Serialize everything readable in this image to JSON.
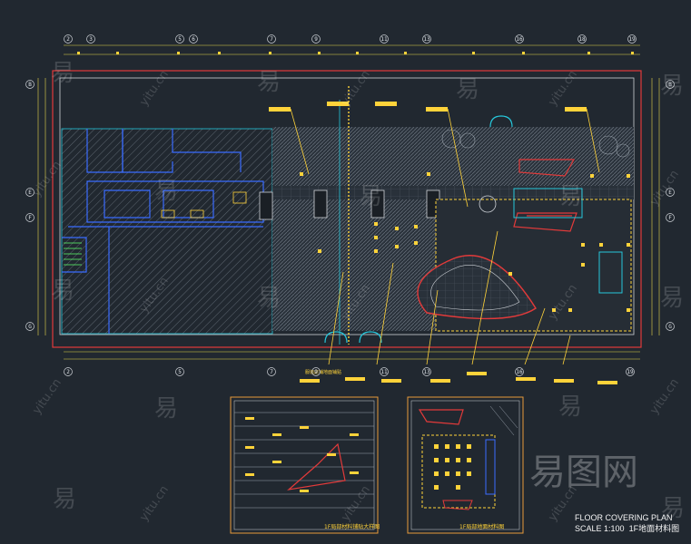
{
  "plan": {
    "title_en": "FLOOR  COVERING PLAN",
    "scale": "SCALE 1:100",
    "title_cn": "1F地面材料图"
  },
  "grid": {
    "top_columns": [
      "2",
      "3",
      "5",
      "6",
      "7",
      "9",
      "11",
      "13",
      "16",
      "18",
      "19"
    ],
    "bottom_columns": [
      "2",
      "5",
      "7",
      "9",
      "11",
      "13",
      "16",
      "19"
    ],
    "left_rows": [
      "B",
      "E",
      "F",
      "G"
    ],
    "right_rows": [
      "B",
      "E",
      "F",
      "G"
    ]
  },
  "detail_labels": {
    "left": "1F局部材料铺贴大样图",
    "right": "1F局部地面材料图"
  },
  "annotation_label": "服装店铺地面铺贴",
  "watermark": {
    "char": "易",
    "url": "yitu.cn",
    "brand": "易图网"
  },
  "colors": {
    "background": "#212830",
    "border_red": "#e23a3a",
    "dim_yellow": "#e8d64a",
    "wall_blue": "#3a6cff",
    "hatch_grey": "#5d6670",
    "cyan": "#26c6da",
    "leader_yellow": "#ffd33a"
  }
}
